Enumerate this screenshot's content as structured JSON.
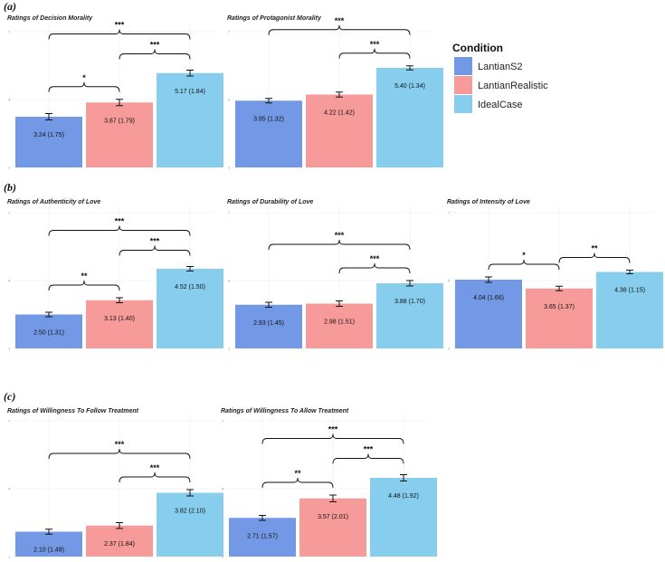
{
  "sections": [
    "(a)",
    "(b)",
    "(c)"
  ],
  "legend": {
    "title": "Condition",
    "items": [
      {
        "label": "LantianS2",
        "color": "#7399E6"
      },
      {
        "label": "LantianRealistic",
        "color": "#F79A9A"
      },
      {
        "label": "IdealCase",
        "color": "#87CEEE"
      }
    ]
  },
  "chart_data": [
    {
      "type": "bar",
      "title": "Ratings of Decision Morality",
      "categories": [
        "LantianS2",
        "LantianRealistic",
        "IdealCase"
      ],
      "values": [
        3.24,
        3.87,
        5.17
      ],
      "sd": [
        1.75,
        1.79,
        1.84
      ],
      "se": [
        0.14,
        0.14,
        0.13
      ],
      "value_labels": [
        "3.24 (1.75)",
        "3.87 (1.79)",
        "5.17 (1.84)"
      ],
      "ylim": [
        1,
        7
      ],
      "yticks": [
        "1",
        "4",
        "7"
      ],
      "grid": true,
      "comparisons": [
        {
          "from": 0,
          "to": 1,
          "label": "*"
        },
        {
          "from": 1,
          "to": 2,
          "label": "***"
        },
        {
          "from": 0,
          "to": 2,
          "label": "***"
        }
      ]
    },
    {
      "type": "bar",
      "title": "Ratings of Protagonist Morality",
      "categories": [
        "LantianS2",
        "LantianRealistic",
        "IdealCase"
      ],
      "values": [
        3.95,
        4.22,
        5.4
      ],
      "sd": [
        1.32,
        1.42,
        1.34
      ],
      "se": [
        0.1,
        0.11,
        0.09
      ],
      "value_labels": [
        "3.95 (1.32)",
        "4.22 (1.42)",
        "5.40 (1.34)"
      ],
      "ylim": [
        1,
        7
      ],
      "yticks": [
        "1",
        "4",
        "7"
      ],
      "grid": true,
      "comparisons": [
        {
          "from": 1,
          "to": 2,
          "label": "***"
        },
        {
          "from": 0,
          "to": 2,
          "label": "***"
        }
      ]
    },
    {
      "type": "bar",
      "title": "Ratings of Authenticity of Love",
      "categories": [
        "LantianS2",
        "LantianRealistic",
        "IdealCase"
      ],
      "values": [
        2.5,
        3.13,
        4.52
      ],
      "sd": [
        1.31,
        1.4,
        1.5
      ],
      "se": [
        0.1,
        0.11,
        0.1
      ],
      "value_labels": [
        "2.50 (1.31)",
        "3.13 (1.40)",
        "4.52 (1.50)"
      ],
      "ylim": [
        1,
        7
      ],
      "yticks": [
        "1",
        "4",
        "7"
      ],
      "grid": true,
      "comparisons": [
        {
          "from": 0,
          "to": 1,
          "label": "**"
        },
        {
          "from": 1,
          "to": 2,
          "label": "***"
        },
        {
          "from": 0,
          "to": 2,
          "label": "***"
        }
      ]
    },
    {
      "type": "bar",
      "title": "Ratings of Durability of Love",
      "categories": [
        "LantianS2",
        "LantianRealistic",
        "IdealCase"
      ],
      "values": [
        2.93,
        2.98,
        3.88
      ],
      "sd": [
        1.45,
        1.51,
        1.7
      ],
      "se": [
        0.11,
        0.12,
        0.12
      ],
      "value_labels": [
        "2.93 (1.45)",
        "2.98 (1.51)",
        "3.88 (1.70)"
      ],
      "ylim": [
        1,
        7
      ],
      "yticks": [
        "1",
        "4",
        "7"
      ],
      "grid": true,
      "comparisons": [
        {
          "from": 1,
          "to": 2,
          "label": "***"
        },
        {
          "from": 0,
          "to": 2,
          "label": "***"
        }
      ]
    },
    {
      "type": "bar",
      "title": "Ratings of Intensity of Love",
      "categories": [
        "LantianS2",
        "LantianRealistic",
        "IdealCase"
      ],
      "values": [
        4.04,
        3.65,
        4.38
      ],
      "sd": [
        1.66,
        1.37,
        1.15
      ],
      "se": [
        0.12,
        0.1,
        0.08
      ],
      "value_labels": [
        "4.04 (1.66)",
        "3.65 (1.37)",
        "4.38 (1.15)"
      ],
      "ylim": [
        1,
        7
      ],
      "yticks": [
        "1",
        "4",
        "7"
      ],
      "grid": true,
      "comparisons": [
        {
          "from": 0,
          "to": 1,
          "label": "*"
        },
        {
          "from": 1,
          "to": 2,
          "label": "**"
        }
      ]
    },
    {
      "type": "bar",
      "title": "Ratings of Willingness To Follow Treatment",
      "categories": [
        "LantianS2",
        "LantianRealistic",
        "IdealCase"
      ],
      "values": [
        2.1,
        2.37,
        3.82
      ],
      "sd": [
        1.48,
        1.84,
        2.1
      ],
      "se": [
        0.11,
        0.13,
        0.14
      ],
      "value_labels": [
        "2.10 (1.48)",
        "2.37 (1.84)",
        "3.82 (2.10)"
      ],
      "ylim": [
        1,
        7
      ],
      "yticks": [
        "1",
        "4",
        "7"
      ],
      "grid": true,
      "comparisons": [
        {
          "from": 1,
          "to": 2,
          "label": "***"
        },
        {
          "from": 0,
          "to": 2,
          "label": "***"
        }
      ]
    },
    {
      "type": "bar",
      "title": "Ratings of Willingness To Allow Treatment",
      "categories": [
        "LantianS2",
        "LantianRealistic",
        "IdealCase"
      ],
      "values": [
        2.71,
        3.57,
        4.48
      ],
      "sd": [
        1.57,
        2.01,
        1.92
      ],
      "se": [
        0.11,
        0.15,
        0.14
      ],
      "value_labels": [
        "2.71 (1.57)",
        "3.57 (2.01)",
        "4.48 (1.92)"
      ],
      "ylim": [
        1,
        7
      ],
      "yticks": [
        "1",
        "4",
        "7"
      ],
      "grid": true,
      "comparisons": [
        {
          "from": 0,
          "to": 1,
          "label": "**"
        },
        {
          "from": 1,
          "to": 2,
          "label": "***"
        },
        {
          "from": 0,
          "to": 2,
          "label": "***"
        }
      ]
    }
  ]
}
